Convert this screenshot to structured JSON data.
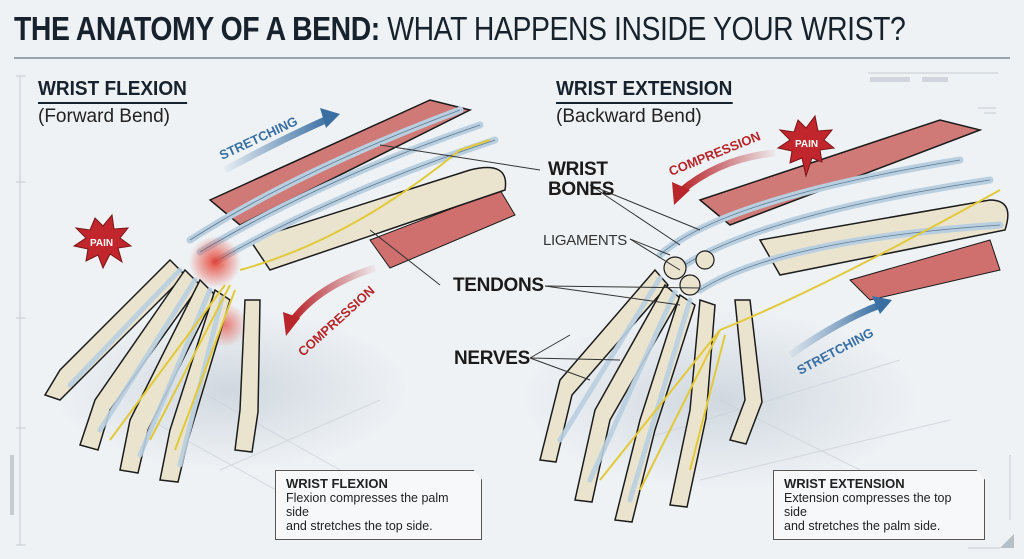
{
  "title": {
    "bold": "THE ANATOMY OF A BEND:",
    "light": "WHAT HAPPENS INSIDE YOUR WRIST?"
  },
  "left_panel": {
    "heading": "WRIST FLEXION",
    "subheading": "(Forward Bend)",
    "stretching_label": "STRETCHING",
    "compression_label": "COMPRESSION",
    "pain_label": "PAIN",
    "infobox": {
      "heading": "WRIST FLEXION",
      "line1": "Flexion compresses the palm side",
      "line2": "and stretches the top side."
    }
  },
  "right_panel": {
    "heading": "WRIST EXTENSION",
    "subheading": "(Backward Bend)",
    "stretching_label": "STRETCHING",
    "compression_label": "COMPRESSION",
    "pain_label": "PAIN",
    "infobox": {
      "heading": "WRIST EXTENSION",
      "line1": "Extension compresses the top side",
      "line2": "and stretches the palm side."
    }
  },
  "callouts": {
    "wrist_bones_1": "WRIST",
    "wrist_bones_2": "BONES",
    "ligaments": "LIGAMENTS",
    "tendons": "TENDONS",
    "nerves": "NERVES"
  },
  "colors": {
    "stretch_blue": "#3a6fa3",
    "compress_red": "#b8252a",
    "pain_red": "#c0262b",
    "bone": "#eae4cf",
    "tendon": "#b9cfe0",
    "nerve": "#e2c93a",
    "muscle": "#d07a78"
  }
}
